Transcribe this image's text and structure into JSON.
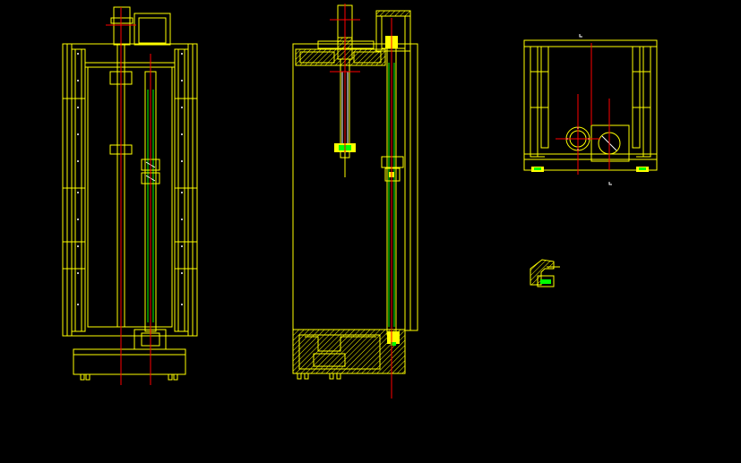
{
  "drawing": {
    "background": "#000000",
    "colors": {
      "outline": "#ffff00",
      "centerline": "#ff0000",
      "guide": "#00ff00",
      "detail": "#ffffff"
    },
    "views": [
      {
        "name": "front-view"
      },
      {
        "name": "side-section-view"
      },
      {
        "name": "top-view"
      },
      {
        "name": "detail-view"
      }
    ]
  }
}
